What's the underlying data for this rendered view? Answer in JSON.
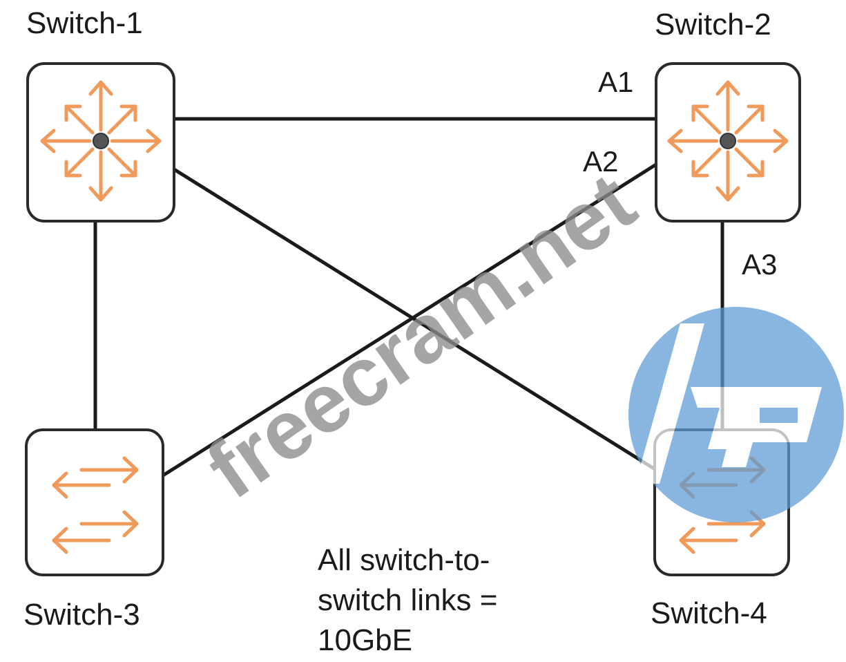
{
  "switches": [
    {
      "id": "switch-1",
      "label": "Switch-1",
      "kind": "core"
    },
    {
      "id": "switch-2",
      "label": "Switch-2",
      "kind": "core"
    },
    {
      "id": "switch-3",
      "label": "Switch-3",
      "kind": "access"
    },
    {
      "id": "switch-4",
      "label": "Switch-4",
      "kind": "access"
    }
  ],
  "ports": {
    "a1": "A1",
    "a2": "A2",
    "a3": "A3"
  },
  "note": {
    "line1": "All switch-to-",
    "line2": "switch links =",
    "line3": "10GbE"
  },
  "watermark": {
    "text": "freecram.net",
    "color": "#8c8c8c"
  },
  "logo": {
    "text": "hp",
    "color": "#5b9bd5"
  },
  "colors": {
    "icon": "#ef9a5a",
    "border": "#2a2a2a",
    "link": "#1a1a1a"
  },
  "links": [
    {
      "from": "Switch-1",
      "to": "Switch-2",
      "port": "A1"
    },
    {
      "from": "Switch-3",
      "to": "Switch-2",
      "port": "A2"
    },
    {
      "from": "Switch-4",
      "to": "Switch-2",
      "port": "A3"
    },
    {
      "from": "Switch-1",
      "to": "Switch-4",
      "port": ""
    },
    {
      "from": "Switch-1",
      "to": "Switch-3",
      "port": ""
    }
  ]
}
